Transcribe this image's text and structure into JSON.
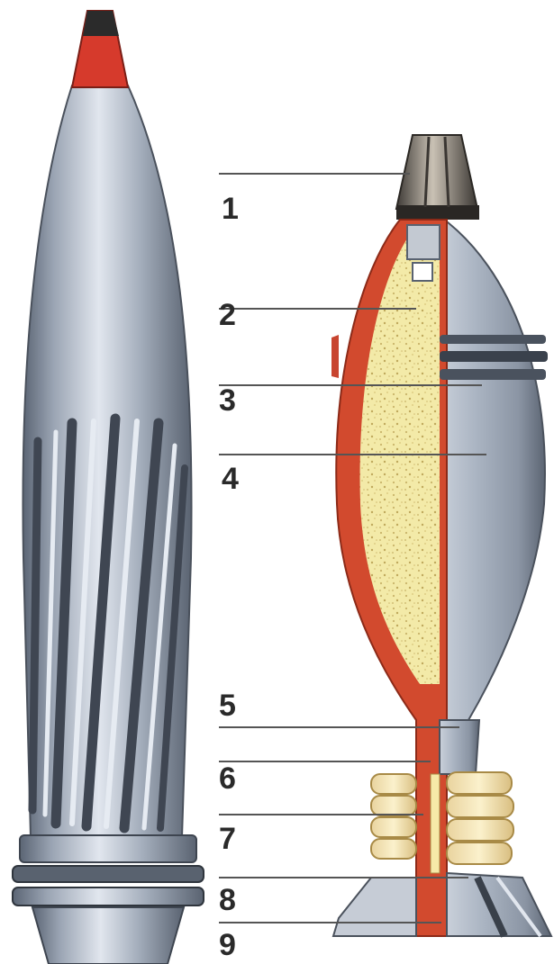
{
  "diagram": {
    "labels": [
      "1",
      "2",
      "3",
      "4",
      "5",
      "6",
      "7",
      "8",
      "9"
    ]
  },
  "colors": {
    "steel_light": "#d7dde6",
    "steel_mid": "#9aa4b3",
    "steel_dark": "#4b5563",
    "tip_red": "#d63a2c",
    "section_red": "#d24a2e",
    "filler_yellow": "#f3eaa8",
    "leader_line": "#555555"
  }
}
